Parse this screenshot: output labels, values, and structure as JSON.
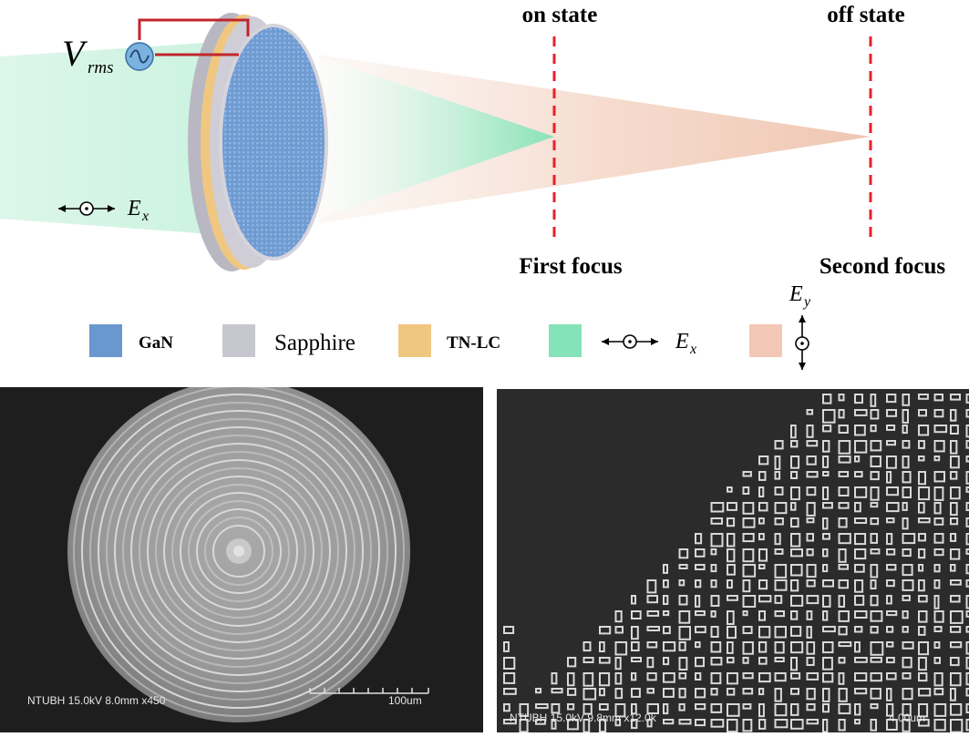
{
  "schematic": {
    "voltage_symbol": "V",
    "voltage_subscript": "rms",
    "input_polarization_symbol": "E",
    "input_polarization_subscript": "x",
    "on_state_label": "on state",
    "off_state_label": "off state",
    "first_focus_label": "First focus",
    "second_focus_label": "Second focus"
  },
  "legend": {
    "items": [
      {
        "label": "GaN",
        "color": "#6a97cf"
      },
      {
        "label": "Sapphire",
        "color": "#c7c7cf"
      },
      {
        "label": "TN-LC",
        "color": "#f0c780"
      },
      {
        "label": "",
        "color": "#84e3b8"
      },
      {
        "label": "",
        "color": "#f2c7b6"
      }
    ],
    "ex_symbol": "E",
    "ex_subscript": "x",
    "ey_symbol": "E",
    "ey_subscript": "y"
  },
  "colors": {
    "beam_green": "#b9f0d6",
    "dashed_line": "#e8202a",
    "wire": "#c0262c",
    "source_blue": "#7ab2e0"
  },
  "sem_left": {
    "info": "NTUBH 15.0kV 8.0mm x450",
    "scale": "100um"
  },
  "sem_right": {
    "info": "NTUBH 15.0kV 9.8mm x12.0k",
    "scale": "4.00um"
  }
}
